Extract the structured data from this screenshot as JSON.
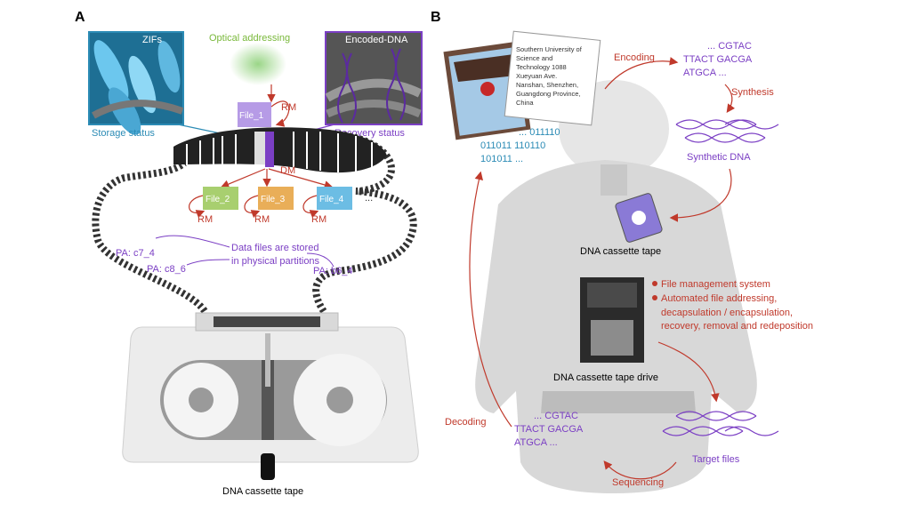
{
  "panel_a": {
    "label": "A",
    "zifs": "ZIFs",
    "optical_addressing": "Optical addressing",
    "encoded_dna": "Encoded-DNA",
    "storage_status": "Storage status",
    "recovery_status": "Recovery status",
    "rm": "RM",
    "dm": "DM",
    "files": [
      "File_1",
      "File_2",
      "File_3",
      "File_4"
    ],
    "ellipsis": "...",
    "stored_line1": "Data files are stored",
    "stored_line2": "in physical partitions",
    "pa_c7": "PA: c7_4",
    "pa_c8": "PA: c8_6",
    "pa_b6": "PA: b6_4",
    "cassette_caption": "DNA cassette tape",
    "colors": {
      "purple": "#7b3fc4",
      "red": "#c0392b",
      "blue": "#2b8bb5",
      "green": "#79b83a"
    }
  },
  "panel_b": {
    "label": "B",
    "address_lines": [
      "Southern University of",
      "Science and",
      "Technology 1088",
      "Xueyuan Ave.",
      "Nanshan, Shenzhen,",
      "Guangdong Province,",
      "China"
    ],
    "binary": [
      "... 011110",
      "011011 110110",
      "101011 ..."
    ],
    "encoding": "Encoding",
    "dna_top": [
      "... CGTAC",
      "TTACT GACGA",
      "ATGCA ..."
    ],
    "synthesis": "Synthesis",
    "synthetic_dna": "Synthetic DNA",
    "cassette_label": "DNA cassette tape",
    "features": [
      "File management system",
      "Automated file addressing,",
      "decapsulation / encapsulation,",
      "recovery, removal and redeposition"
    ],
    "drive_label": "DNA cassette tape drive",
    "decoding": "Decoding",
    "dna_bottom": [
      "... CGTAC",
      "TTACT GACGA",
      "ATGCA ..."
    ],
    "target_files": "Target files",
    "sequencing": "Sequencing"
  }
}
